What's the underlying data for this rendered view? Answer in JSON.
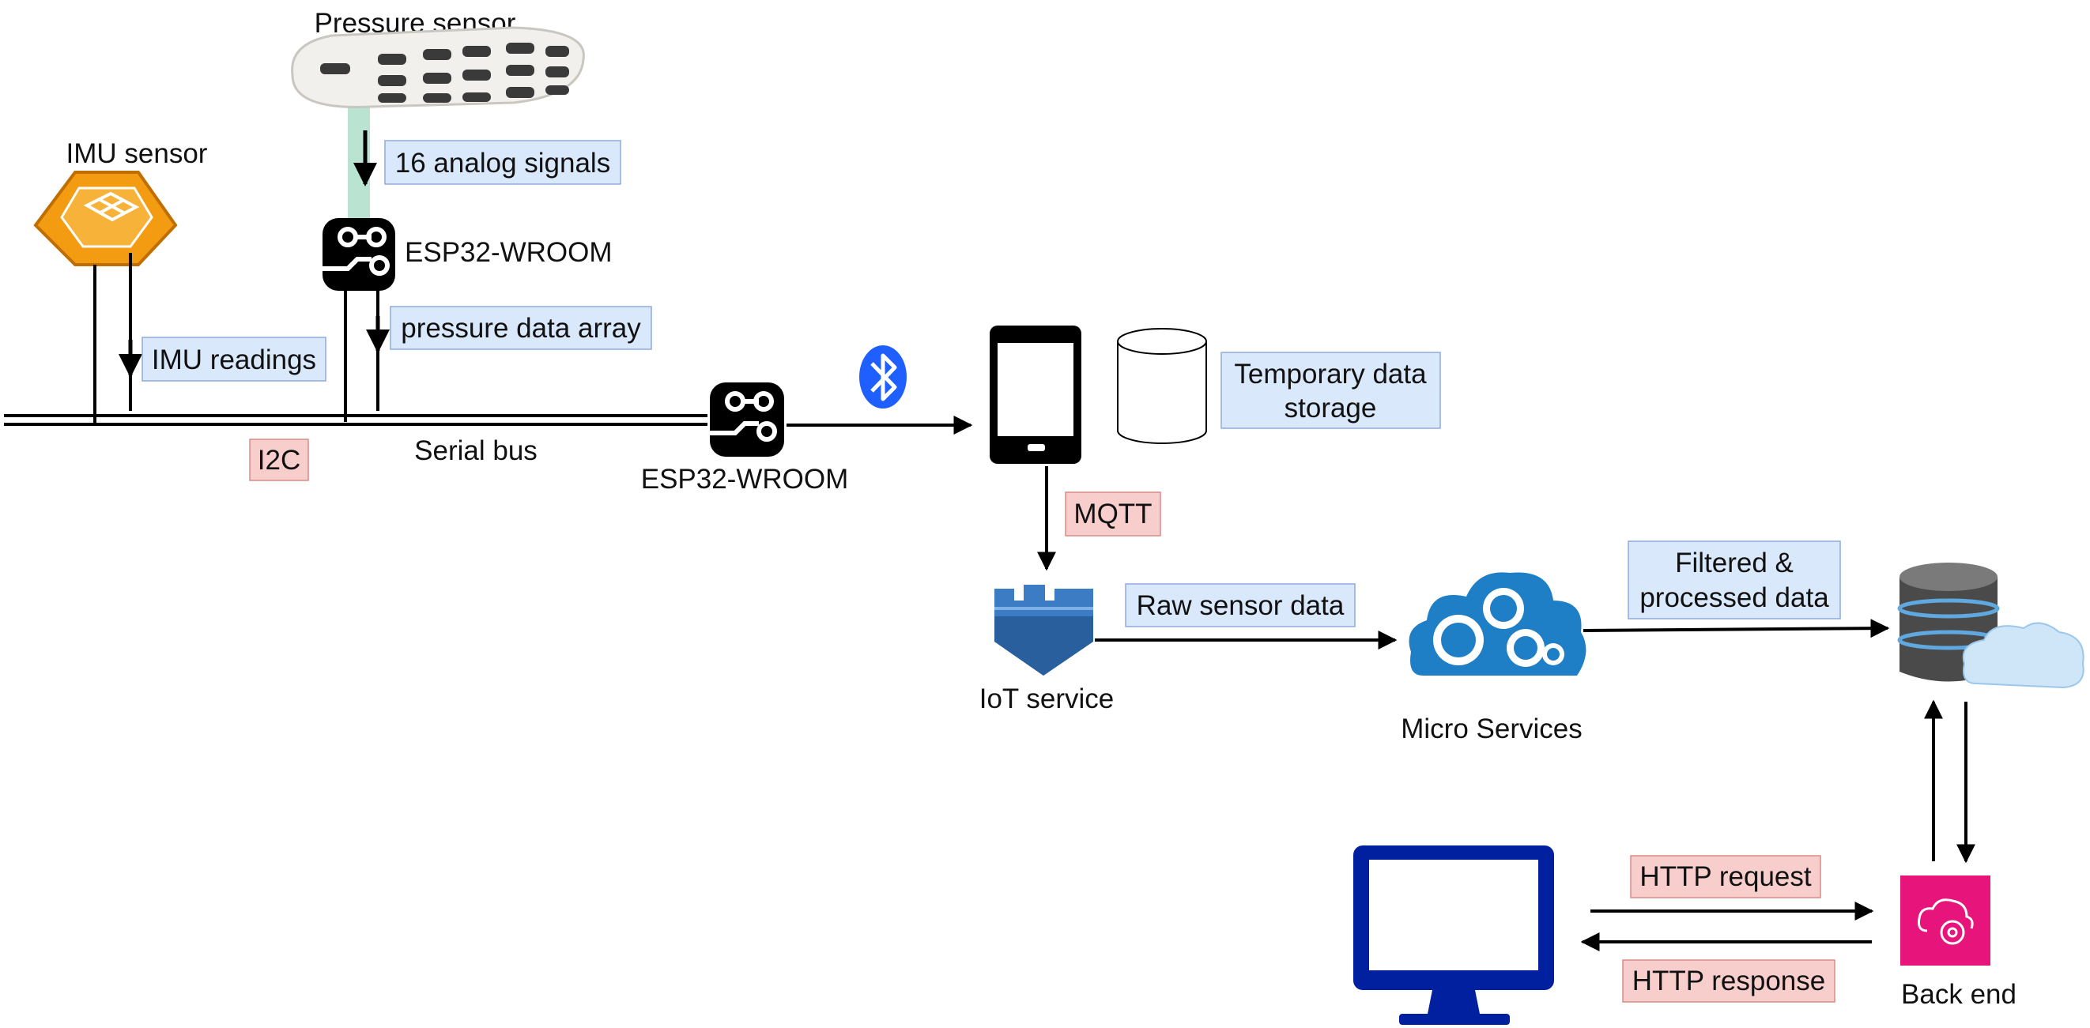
{
  "labels": {
    "pressure_sensor": "Pressure sensor",
    "imu_sensor": "IMU sensor",
    "analog_signals": "16 analog signals",
    "esp32_top": "ESP32-WROOM",
    "pressure_data_array": "pressure data array",
    "imu_readings": "IMU readings",
    "i2c": "I2C",
    "serial_bus": "Serial bus",
    "esp32_bottom": "ESP32-WROOM",
    "temp_storage_line1": "Temporary data",
    "temp_storage_line2": "storage",
    "mqtt": "MQTT",
    "iot_service": "IoT service",
    "raw_sensor_data": "Raw sensor data",
    "micro_services": "Micro Services",
    "filtered_line1": "Filtered &",
    "filtered_line2": "processed data",
    "http_request": "HTTP request",
    "http_response": "HTTP response",
    "back_end": "Back end"
  },
  "colors": {
    "blue_label_fill": "#dae8fc",
    "red_label_fill": "#f8cecc",
    "imu_orange": "#f39c12",
    "bluetooth_blue": "#1f5fff",
    "aws_iot_blue": "#3b7cc4",
    "cloud_gear_blue": "#1e7fc6",
    "backend_pink": "#e7157b",
    "monitor_navy": "#00209f"
  },
  "icons": {
    "pressure_insole": "insole-pressure-sensor-icon",
    "imu": "imu-chip-icon",
    "esp32": "circuit-board-icon",
    "bluetooth": "bluetooth-icon",
    "smartphone": "smartphone-icon",
    "database": "cylinder-database-icon",
    "iot": "aws-iot-castle-icon",
    "micro_services": "cloud-gears-icon",
    "cloud_db": "cloud-database-icon",
    "backend": "lambda-cloud-gear-icon",
    "monitor": "desktop-monitor-icon"
  }
}
